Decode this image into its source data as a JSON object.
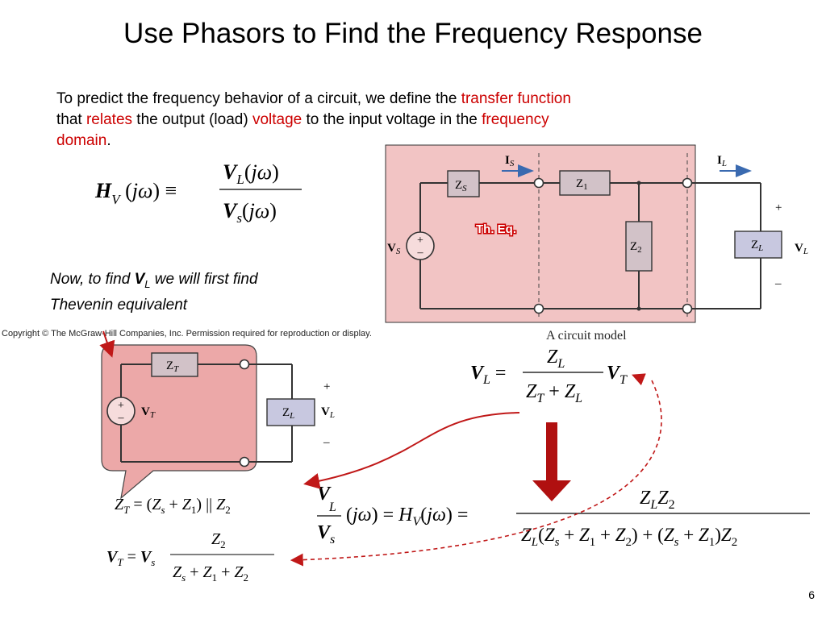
{
  "slide": {
    "title": "Use Phasors to Find the Frequency Response",
    "page_number": "6",
    "intro": {
      "p1": "To predict the frequency behavior of a circuit, we define the ",
      "h1": "transfer function",
      "p2": "that ",
      "h2": "relates",
      "p3": " the output (load) ",
      "h3": "voltage",
      "p4": " to the input voltage in the ",
      "h4": "frequency",
      "h5": "domain",
      "p5": "."
    },
    "note": {
      "pre": "Now, to find ",
      "var": "V",
      "sub": "L",
      "post": " we will first find Thevenin equivalent"
    },
    "copyright": "Copyright © The McGraw-Hill Companies, Inc. Permission required for reproduction or display.",
    "model_caption": "A circuit model",
    "th_eq_label": "Th. Eq."
  },
  "circuit": {
    "source": "V",
    "source_sub": "S",
    "current_in": "I",
    "current_in_sub": "S",
    "current_out": "I",
    "current_out_sub": "L",
    "zs": "Z",
    "zs_sub": "S",
    "z1": "Z",
    "z1_sub": "1",
    "z2": "Z",
    "z2_sub": "2",
    "zl": "Z",
    "zl_sub": "L",
    "vl": "V",
    "vl_sub": "L",
    "plus": "+",
    "minus": "–"
  },
  "thevenin": {
    "zt": "Z",
    "zt_sub": "T",
    "vt": "V",
    "vt_sub": "T",
    "zl": "Z",
    "zl_sub": "L",
    "vl": "V",
    "vl_sub": "L",
    "plus": "+",
    "minus": "–"
  },
  "colors": {
    "accent_red": "#cc0000",
    "arrow_red": "#b01010",
    "pink_fill": "#f2c4c4",
    "box_fill": "#d2c2c8",
    "zl_fill": "#c8c8e0"
  }
}
